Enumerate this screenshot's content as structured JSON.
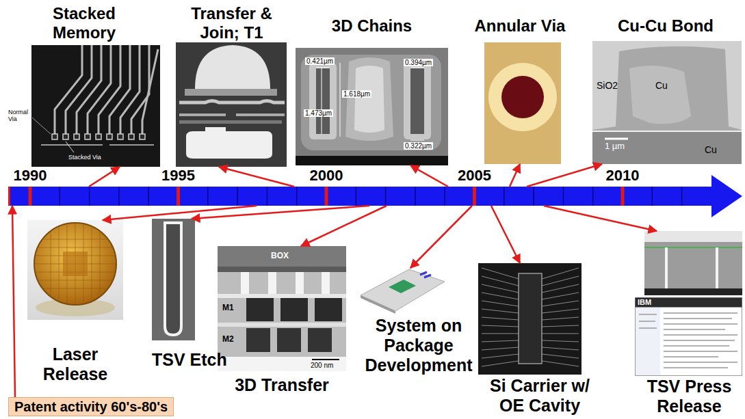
{
  "diagram": {
    "nodes": [
      {
        "text": [
          "Stacked Memory"
        ]
      },
      {
        "text": [
          "Transfer & Join; T1"
        ]
      },
      {
        "text": [
          "3D Chains"
        ]
      },
      {
        "text": [
          "Annular Via"
        ]
      },
      {
        "text": [
          "Cu-Cu Bond"
        ]
      },
      {
        "text": [
          "1990",
          "1995",
          "2000",
          "2005",
          "2010"
        ]
      },
      {
        "text": [
          "Laser Release"
        ]
      },
      {
        "text": [
          "TSV Etch"
        ]
      },
      {
        "text": [
          "3D Transfer"
        ]
      },
      {
        "text": [
          "System on Package Development"
        ]
      },
      {
        "text": [
          "Si Carrier w/ OE Cavity"
        ]
      },
      {
        "text": [
          "TSV Press Release"
        ]
      },
      {
        "text": [
          "Patent activity 60's-80's"
        ]
      }
    ],
    "edges": [
      {
        "from": 5,
        "to": 0,
        "arrow": "to"
      },
      {
        "from": 5,
        "to": 1,
        "arrow": "to"
      },
      {
        "from": 5,
        "to": 2,
        "arrow": "to"
      },
      {
        "from": 5,
        "to": 3,
        "arrow": "to"
      },
      {
        "from": 5,
        "to": 4,
        "arrow": "to"
      },
      {
        "from": 5,
        "to": 6,
        "arrow": "to"
      },
      {
        "from": 5,
        "to": 7,
        "arrow": "to"
      },
      {
        "from": 5,
        "to": 8,
        "arrow": "to"
      },
      {
        "from": 5,
        "to": 9,
        "arrow": "to"
      },
      {
        "from": 5,
        "to": 10,
        "arrow": "to"
      },
      {
        "from": 5,
        "to": 11,
        "arrow": "to"
      },
      {
        "from": 12,
        "to": 5,
        "arrow": "to"
      }
    ],
    "labels": [
      "Normal Via",
      "Stacked Via",
      "0.421µm",
      "0.394µm",
      "1.618µm",
      "1.473µm",
      "0.322µm",
      "SiO2",
      "Cu",
      "Cu",
      "1 µm",
      "BOX",
      "M1",
      "M2",
      "200 nm",
      "IBM"
    ]
  }
}
